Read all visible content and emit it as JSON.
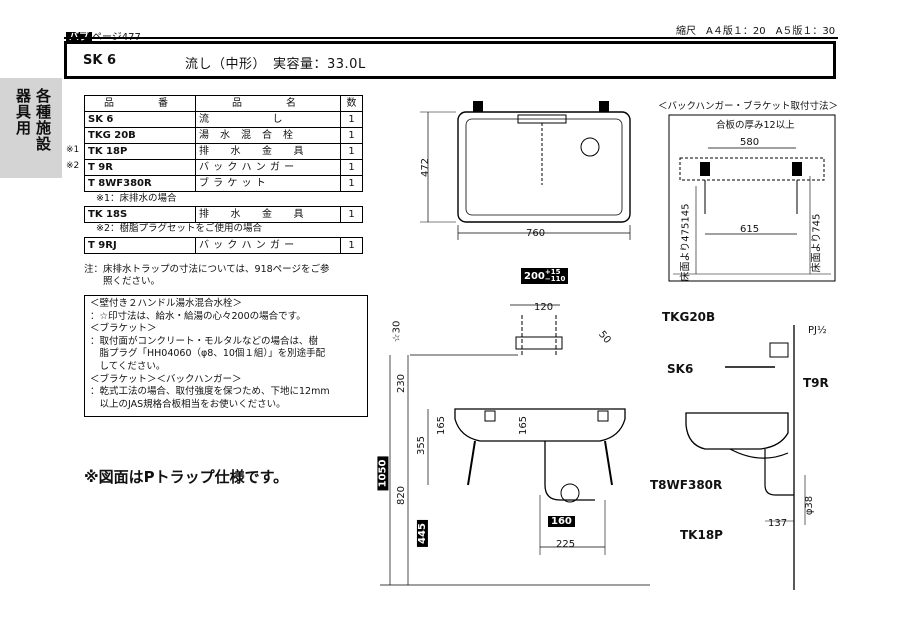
{
  "header": {
    "page_ref_pill": "バブ",
    "page_ref": "ページ477",
    "scale": "縮尺　A４版１：20　A５版１：30"
  },
  "side_tab": {
    "col1": "各種施設",
    "col2": "器具用"
  },
  "title": {
    "model": "SK 6",
    "description": "流し（中形）　実容量：33.0L"
  },
  "parts_table": {
    "headers": [
      "品　　番",
      "品　　名",
      "数"
    ],
    "rows": [
      {
        "mark": "",
        "code": "SK 6",
        "name": "流　　　　　　し",
        "qty": "1"
      },
      {
        "mark": "",
        "code": "TKG 20B",
        "name": "湯　水　混　合　栓",
        "qty": "1"
      },
      {
        "mark": "※1",
        "code": "TK 18P",
        "name": "排　　水　　金　　具",
        "qty": "1"
      },
      {
        "mark": "※2",
        "code": "T 9R",
        "name": "バ ッ ク ハ ン ガ ー",
        "qty": "1"
      },
      {
        "mark": "",
        "code": "T 8WF380R",
        "name": "ブ ラ ケ ッ ト",
        "qty": "1"
      }
    ],
    "note1": "※1：床排水の場合",
    "row_floor": {
      "code": "TK 18S",
      "name": "排　　水　　金　　具",
      "qty": "1"
    },
    "note2": "※2：樹脂プラグセットをご使用の場合",
    "row_plug": {
      "code": "T 9RJ",
      "name": "バ ッ ク ハ ン ガ ー",
      "qty": "1"
    }
  },
  "note_trap": [
    "注：床排水トラップの寸法については、918ページをご参",
    "　　照ください。"
  ],
  "notes_box": [
    "＜壁付き２ハンドル湯水混合水栓＞",
    "：☆印寸法は、給水・給湯の心々200の場合です。",
    "＜ブラケット＞",
    "：取付面がコンクリート・モルタルなどの場合は、樹",
    "　脂プラグ「HH04060（φ8、10個１組）」を別途手配",
    "　してください。",
    "＜ブラケット＞＜バックハンガー＞",
    "：乾式工法の場合、取付強度を保つため、下地に12mm",
    "　以上のJAS規格合板相当をお使いください。"
  ],
  "ptrap_note": "※図面はPトラップ仕様です。",
  "top_view": {
    "dim_width": "760",
    "dim_depth": "472"
  },
  "bracket_detail": {
    "title": "＜バックハンガー・ブラケット取付寸法＞",
    "plywood": "合板の厚み12以上",
    "dim_580": "580",
    "dim_615": "615",
    "left_height": "床面より475145",
    "right_height": "床面より745"
  },
  "front_view": {
    "pitch_label": "200",
    "pitch_tol_plus": "+15",
    "pitch_tol_minus": "−110",
    "dim_120": "120",
    "dim_50": "50",
    "dim_30": "☆30",
    "dim_230": "230",
    "dim_165a": "165",
    "dim_165b": "165",
    "dim_355": "355",
    "dim_1050": "1050",
    "dim_820": "820",
    "dim_445": "445",
    "dim_160": "160",
    "dim_225": "225"
  },
  "side_view": {
    "tkg": "TKG20B",
    "pj": "PJ½",
    "sk6": "SK6",
    "t9r": "T9R",
    "t8wf": "T8WF380R",
    "tk18p": "TK18P",
    "dim_137": "137",
    "dim_38": "φ38"
  }
}
